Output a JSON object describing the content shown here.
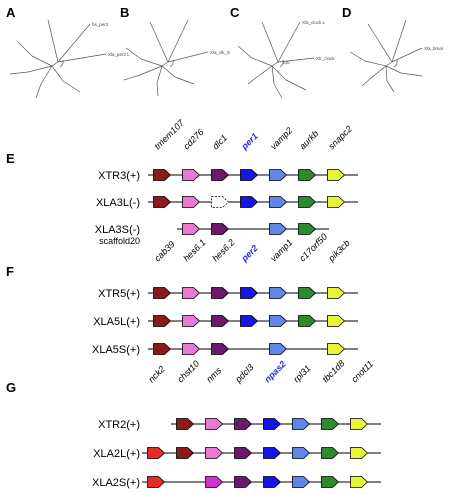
{
  "panels": {
    "A": "A",
    "B": "B",
    "C": "C",
    "D": "D",
    "E": "E",
    "F": "F",
    "G": "G"
  },
  "trees": [
    {
      "id": "A",
      "tips": [
        "Xla_per2.L",
        "hs_per2",
        "",
        "",
        "",
        "",
        ""
      ],
      "support": [
        "",
        "",
        "",
        "",
        ""
      ]
    },
    {
      "id": "B",
      "tips": [
        "Xla_clk_S",
        "",
        "",
        "",
        "",
        "",
        ""
      ],
      "support": [
        "",
        "",
        "",
        "",
        ""
      ]
    },
    {
      "id": "C",
      "tips": [
        "Xtr_clock",
        "Xla_clock.L",
        "",
        "",
        "",
        "",
        ""
      ],
      "support": [
        "100",
        "",
        "",
        "",
        ""
      ]
    },
    {
      "id": "D",
      "tips": [
        "Xla_bmal",
        "",
        "",
        "",
        "",
        "",
        ""
      ],
      "support": [
        "",
        "",
        "",
        "",
        ""
      ]
    }
  ],
  "colors": {
    "darkred": "#8b1a1a",
    "pink": "#e87bd0",
    "purple": "#6b1a6b",
    "blue": "#1515e6",
    "lightblue": "#5f86e8",
    "green": "#2f8a2f",
    "yellow": "#e5f53a",
    "red": "#e62a2a",
    "magenta": "#cc33cc",
    "white": "#ffffff"
  },
  "panelE": {
    "genes": [
      {
        "name": "tmem107",
        "hl": false
      },
      {
        "name": "cd276",
        "hl": false
      },
      {
        "name": "dlc1",
        "hl": false
      },
      {
        "name": "per1",
        "hl": true
      },
      {
        "name": "vamp2",
        "hl": false
      },
      {
        "name": "aurkb",
        "hl": false
      },
      {
        "name": "snapc2",
        "hl": false
      }
    ],
    "rows": [
      {
        "label": "XTR3(+)",
        "sub": "",
        "blocks": [
          "darkred",
          "pink",
          "purple",
          "blue",
          "lightblue",
          "green",
          "yellow"
        ]
      },
      {
        "label": "XLA3L(-)",
        "sub": "",
        "blocks": [
          "darkred",
          "pink",
          "dashed",
          "blue",
          "lightblue",
          "green",
          "yellow"
        ]
      },
      {
        "label": "XLA3S(-)",
        "sub": "scaffold20",
        "blocks": [
          "",
          "pink",
          "purple",
          "",
          "lightblue",
          "green",
          ""
        ]
      }
    ]
  },
  "panelF": {
    "genes": [
      {
        "name": "cab39",
        "hl": false
      },
      {
        "name": "hes6.1",
        "hl": false
      },
      {
        "name": "hes6.2",
        "hl": false
      },
      {
        "name": "per2",
        "hl": true
      },
      {
        "name": "vamp1",
        "hl": false
      },
      {
        "name": "c17orf50",
        "hl": false
      },
      {
        "name": "pik3cb",
        "hl": false
      }
    ],
    "rows": [
      {
        "label": "XTR5(+)",
        "sub": "",
        "blocks": [
          "darkred",
          "pink",
          "purple",
          "blue",
          "lightblue",
          "green",
          "yellow"
        ]
      },
      {
        "label": "XLA5L(+)",
        "sub": "",
        "blocks": [
          "darkred",
          "pink",
          "purple",
          "blue",
          "lightblue",
          "green",
          "yellow"
        ]
      },
      {
        "label": "XLA5S(+)",
        "sub": "",
        "blocks": [
          "darkred",
          "pink",
          "purple",
          "",
          "lightblue",
          "",
          "yellow"
        ]
      }
    ]
  },
  "panelG": {
    "genes": [
      {
        "name": "nck2",
        "hl": false
      },
      {
        "name": "chst10",
        "hl": false
      },
      {
        "name": "nms",
        "hl": false
      },
      {
        "name": "pdcl3",
        "hl": false
      },
      {
        "name": "npas2",
        "hl": true
      },
      {
        "name": "rpl31",
        "hl": false
      },
      {
        "name": "tbc1d8",
        "hl": false
      },
      {
        "name": "cnot11",
        "hl": false
      }
    ],
    "rows": [
      {
        "label": "XTR2(+)",
        "sub": "",
        "blocks": [
          "",
          "darkred",
          "pink",
          "purple",
          "blue",
          "lightblue",
          "green",
          "yellow"
        ]
      },
      {
        "label": "XLA2L(+)",
        "sub": "",
        "blocks": [
          "red",
          "darkred",
          "pink",
          "purple",
          "blue",
          "lightblue",
          "green",
          "yellow"
        ]
      },
      {
        "label": "XLA2S(+)",
        "sub": "",
        "blocks": [
          "red",
          "",
          "magenta",
          "purple",
          "blue",
          "lightblue",
          "green",
          "yellow"
        ]
      }
    ]
  }
}
